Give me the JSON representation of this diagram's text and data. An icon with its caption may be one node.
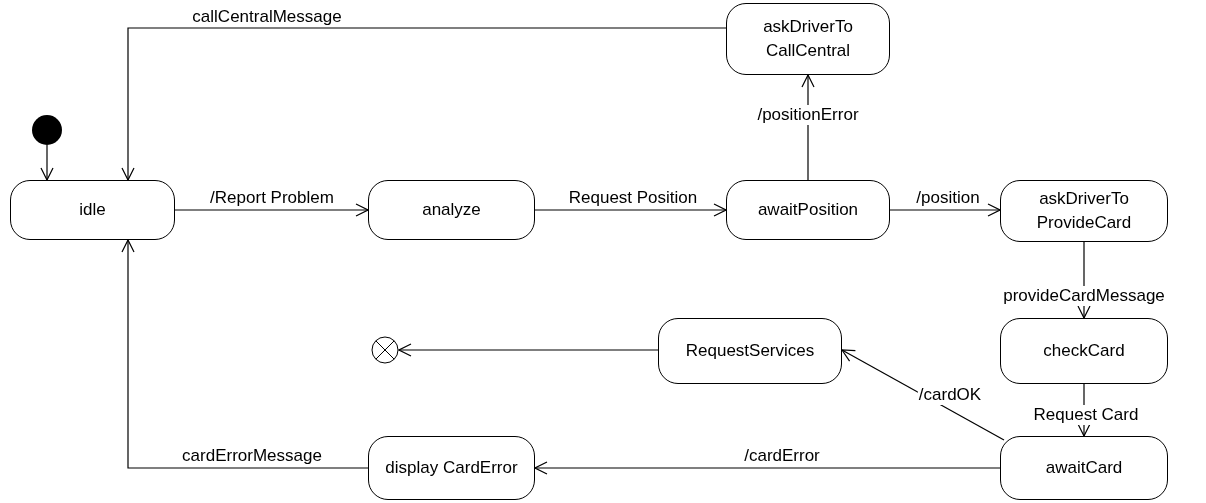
{
  "diagram": {
    "nodes": [
      {
        "text": [],
        "shape": "circle"
      },
      {
        "text": [
          "idle"
        ]
      },
      {
        "text": [
          "analyze"
        ]
      },
      {
        "text": [
          "awaitPosition"
        ]
      },
      {
        "text": [
          "askDriverTo CallCentral"
        ]
      },
      {
        "text": [
          "askDriverTo ProvideCard"
        ]
      },
      {
        "text": [
          "checkCard"
        ]
      },
      {
        "text": [
          "RequestServices"
        ]
      },
      {
        "text": [],
        "shape": "circle"
      },
      {
        "text": [
          "awaitCard"
        ]
      },
      {
        "text": [
          "display CardError"
        ]
      }
    ],
    "edges": [
      {
        "from": 0,
        "to": 1,
        "arrow": "to"
      },
      {
        "from": 1,
        "to": 2,
        "arrow": "to",
        "label": "/Report Problem"
      },
      {
        "from": 2,
        "to": 3,
        "arrow": "to",
        "label": "Request Position"
      },
      {
        "from": 3,
        "to": 4,
        "arrow": "to",
        "label": "/positionError"
      },
      {
        "from": 4,
        "to": 1,
        "arrow": "to",
        "label": "callCentralMessage"
      },
      {
        "from": 3,
        "to": 5,
        "arrow": "to",
        "label": "/position"
      },
      {
        "from": 5,
        "to": 6,
        "arrow": "to",
        "label": "provideCardMessage"
      },
      {
        "from": 6,
        "to": 9,
        "arrow": "to",
        "label": "Request Card"
      },
      {
        "from": 9,
        "to": 7,
        "arrow": "to",
        "label": "/cardOK"
      },
      {
        "from": 7,
        "to": 8,
        "arrow": "to"
      },
      {
        "from": 9,
        "to": 10,
        "arrow": "to",
        "label": "/cardError"
      },
      {
        "from": 10,
        "to": 1,
        "arrow": "to",
        "label": "cardErrorMessage"
      }
    ]
  }
}
